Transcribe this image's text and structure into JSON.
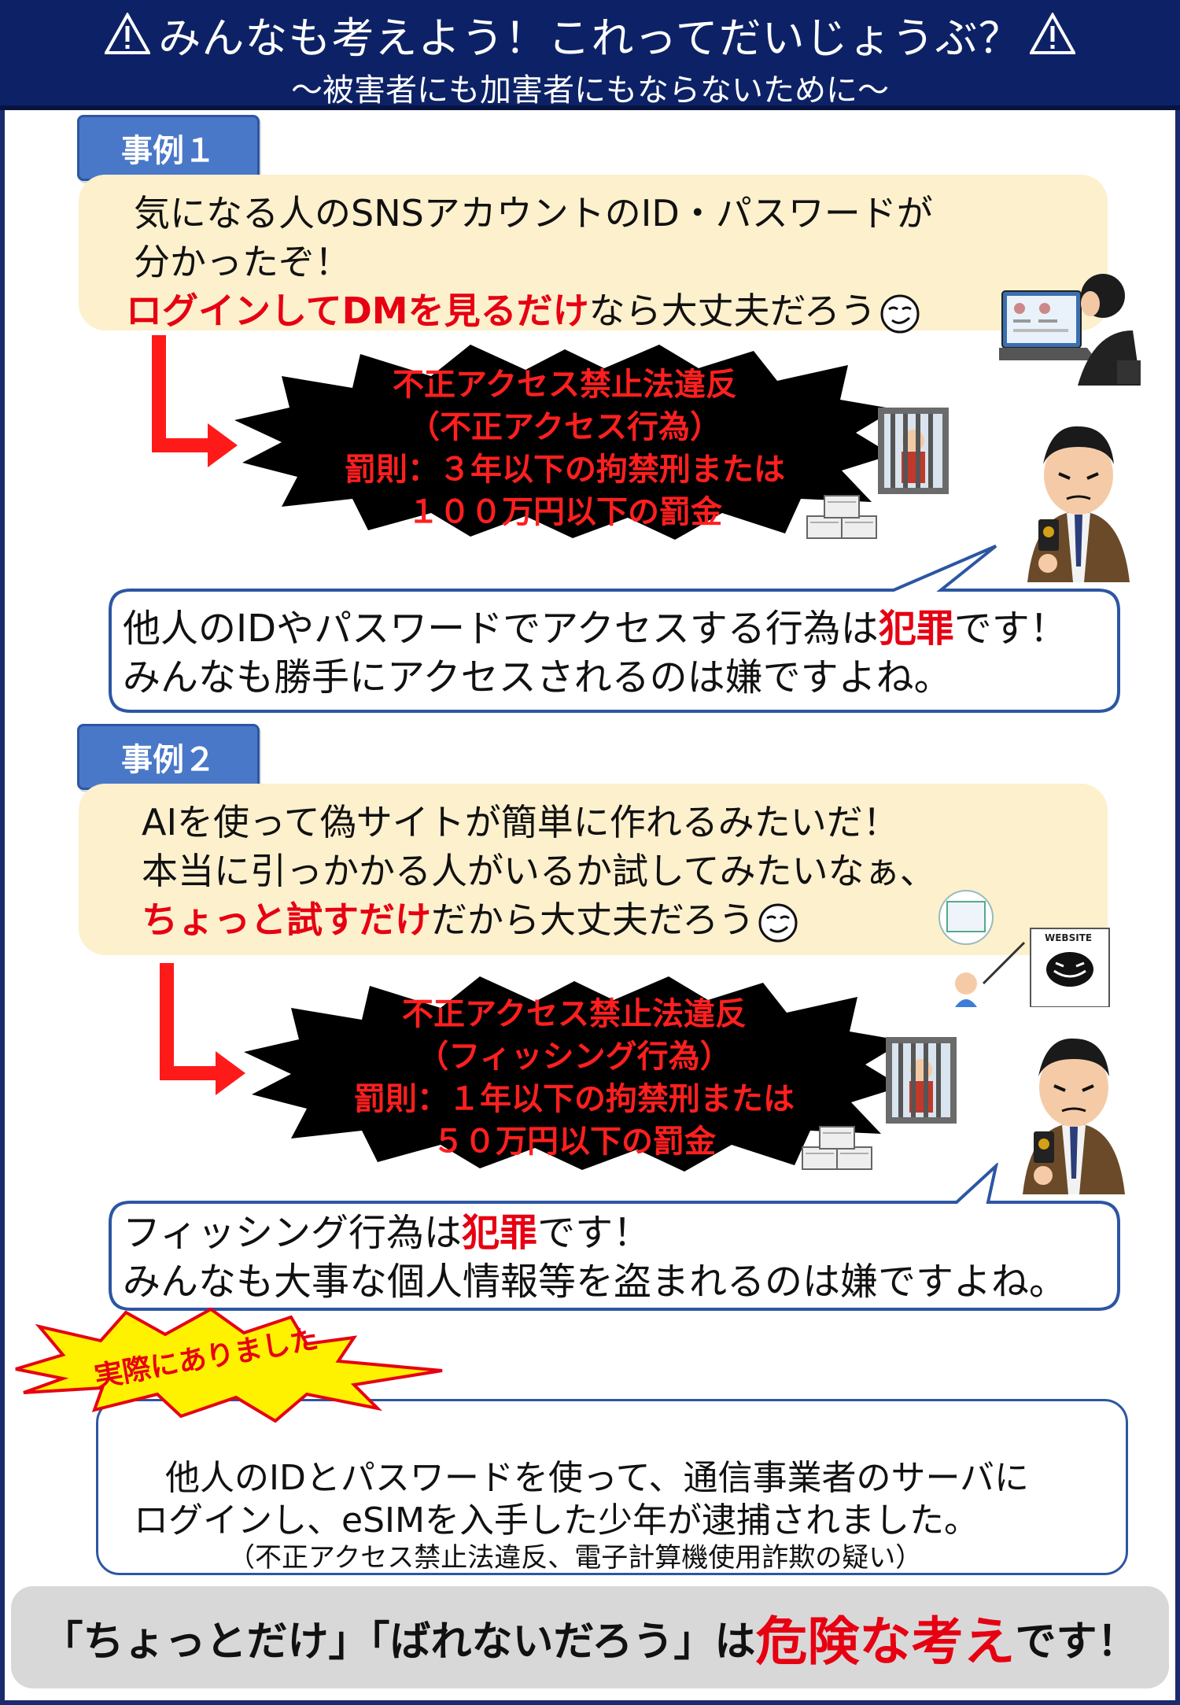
{
  "header": {
    "title": "みんなも考えよう！これってだいじょうぶ？",
    "subtitle": "～被害者にも加害者にもならないために～"
  },
  "case1": {
    "tab": "事例１",
    "thought": {
      "line1": "気になる人のSNSアカウントのID・パスワードが",
      "line2": "分かったぞ！",
      "line3_red": "ログインしてDMを見るだけ",
      "line3_rest": "なら大丈夫だろう"
    },
    "penalty": {
      "line1": "不正アクセス禁止法違反",
      "line2": "（不正アクセス行為）",
      "line3": "罰則：３年以下の拘禁刑または",
      "line4": "１００万円以下の罰金"
    },
    "bubble": {
      "line1_a": "他人のIDやパスワードでアクセスする行為は",
      "line1_crime": "犯罪",
      "line1_b": "です！",
      "line2": "みんなも勝手にアクセスされるのは嫌ですよね。"
    }
  },
  "case2": {
    "tab": "事例２",
    "thought": {
      "line1": "AIを使って偽サイトが簡単に作れるみたいだ！",
      "line2": "本当に引っかかる人がいるか試してみたいなぁ、",
      "line3_red": "ちょっと試すだけ",
      "line3_rest": "だから大丈夫だろう"
    },
    "penalty": {
      "line1": "不正アクセス禁止法違反",
      "line2": "（フィッシング行為）",
      "line3": "罰則：１年以下の拘禁刑または",
      "line4": "５０万円以下の罰金"
    },
    "bubble": {
      "line1_a": "フィッシング行為は",
      "line1_crime": "犯罪",
      "line1_b": "です！",
      "line2": "みんなも大事な個人情報等を盗まれるのは嫌ですよね。"
    },
    "website_label": "WEBSITE"
  },
  "real_case": {
    "badge": "実際にありました",
    "line1": "他人のIDとパスワードを使って、通信事業者のサーバに",
    "line2": "ログインし、eSIMを入手した少年が逮捕されました。",
    "note": "（不正アクセス禁止法違反、電子計算機使用詐欺の疑い）"
  },
  "conclusion": {
    "part1": "「ちょっとだけ」「ばれないだろう」は",
    "danger": "危険な考え",
    "part2": "です！"
  },
  "colors": {
    "header_bg": "#0d2266",
    "tab_bg": "#4a78c8",
    "thought_bg": "#fdf0cd",
    "alert_red": "#e60012",
    "burst_black": "#000000",
    "badge_yellow": "#fff200"
  }
}
